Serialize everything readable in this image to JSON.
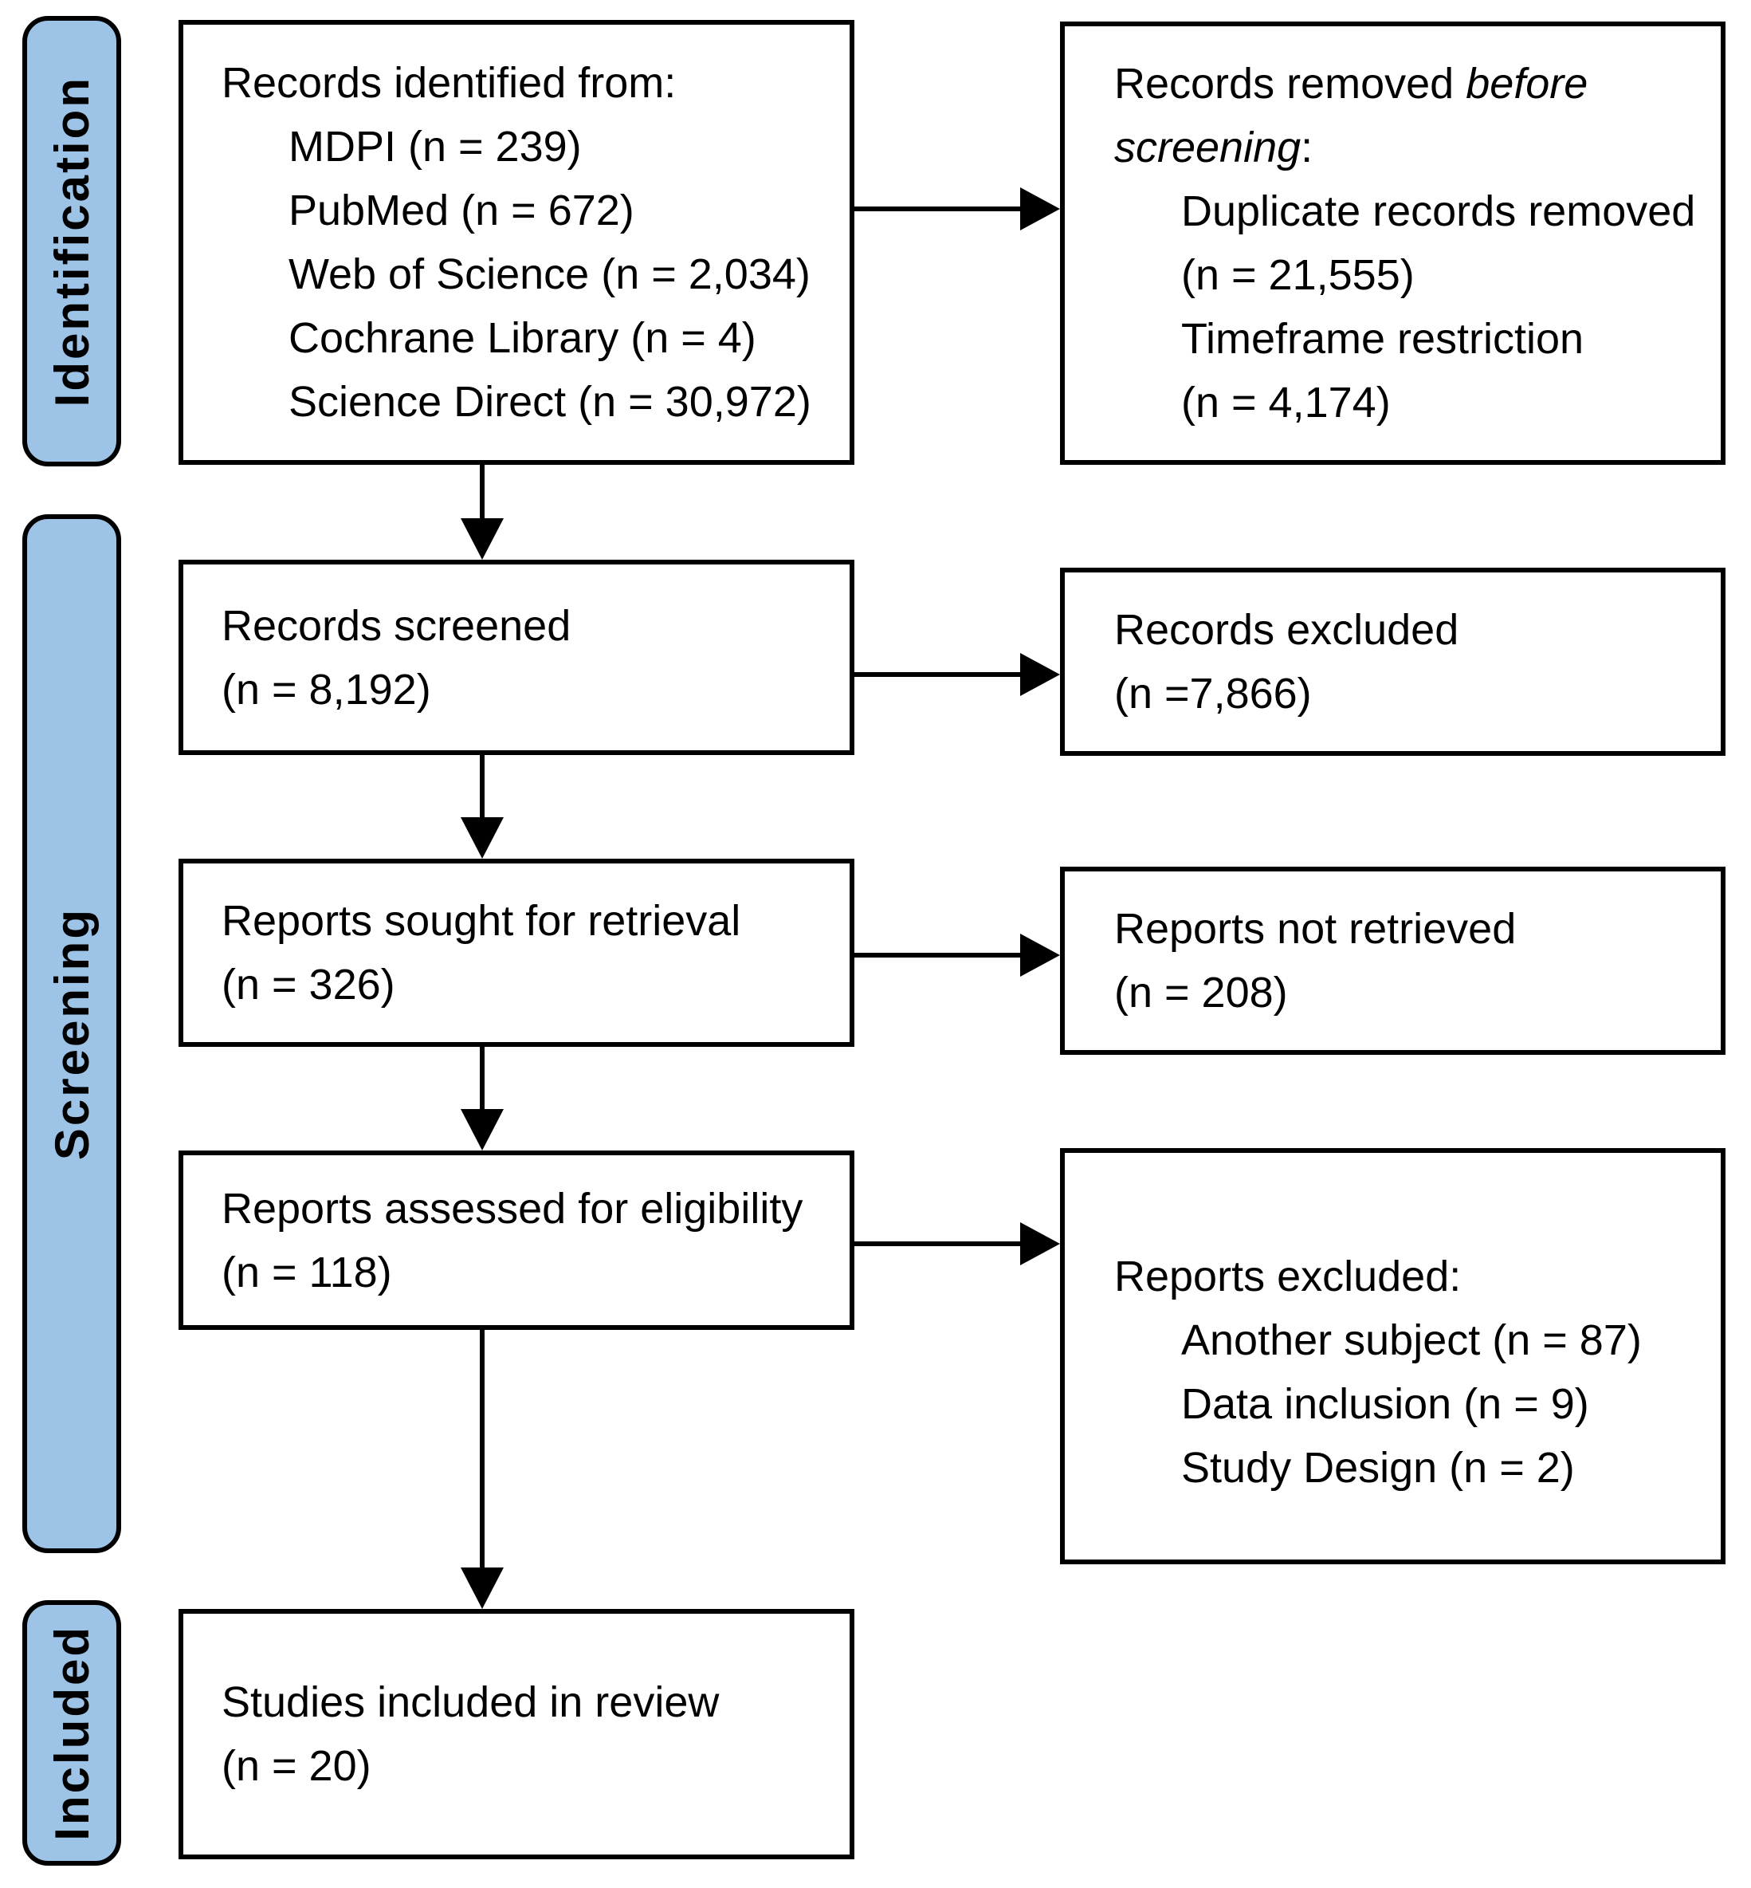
{
  "colors": {
    "stage_fill": "#9DC3E6",
    "box_border": "#000000",
    "canvas_bg": "#FFFFFF",
    "text": "#000000"
  },
  "stage_labels": {
    "identification": "Identification",
    "screening": "Screening",
    "included": "Included"
  },
  "boxes": {
    "records_identified": {
      "lines": [
        {
          "text": "Records identified from:"
        },
        {
          "text": "MDPI (n = 239)",
          "indent": true
        },
        {
          "text": "PubMed (n = 672)",
          "indent": true
        },
        {
          "text": "Web of Science (n = 2,034)",
          "indent": true
        },
        {
          "text": "Cochrane Library (n = 4)",
          "indent": true
        },
        {
          "text": "Science Direct (n = 30,972)",
          "indent": true
        }
      ]
    },
    "records_removed": {
      "lines": [
        {
          "segments": [
            {
              "text": "Records removed "
            },
            {
              "text": "before",
              "italic": true
            }
          ]
        },
        {
          "segments": [
            {
              "text": "screening",
              "italic": true
            },
            {
              "text": ":"
            }
          ]
        },
        {
          "text": "Duplicate records removed",
          "indent": true
        },
        {
          "text": "(n = 21,555)",
          "indent": true
        },
        {
          "text": "Timeframe restriction",
          "indent": true
        },
        {
          "text": "(n = 4,174)",
          "indent": true
        }
      ]
    },
    "records_screened": {
      "lines": [
        {
          "text": "Records screened"
        },
        {
          "text": "(n = 8,192)"
        }
      ]
    },
    "records_excluded": {
      "lines": [
        {
          "text": "Records excluded"
        },
        {
          "text": "(n =7,866)"
        }
      ]
    },
    "reports_sought": {
      "lines": [
        {
          "text": "Reports sought for retrieval"
        },
        {
          "text": "(n = 326)"
        }
      ]
    },
    "reports_not_retrieved": {
      "lines": [
        {
          "text": "Reports not retrieved"
        },
        {
          "text": "(n = 208)"
        }
      ]
    },
    "reports_assessed": {
      "lines": [
        {
          "text": "Reports assessed for eligibility"
        },
        {
          "text": "(n = 118)"
        }
      ]
    },
    "reports_excluded": {
      "lines": [
        {
          "text": "Reports excluded:"
        },
        {
          "text": "Another subject (n = 87)",
          "indent": true
        },
        {
          "text": "Data inclusion (n = 9)",
          "indent": true
        },
        {
          "text": "Study Design (n = 2)",
          "indent": true
        }
      ]
    },
    "studies_included": {
      "lines": [
        {
          "text": "Studies included in review"
        },
        {
          "text": "(n = 20)"
        }
      ]
    }
  }
}
